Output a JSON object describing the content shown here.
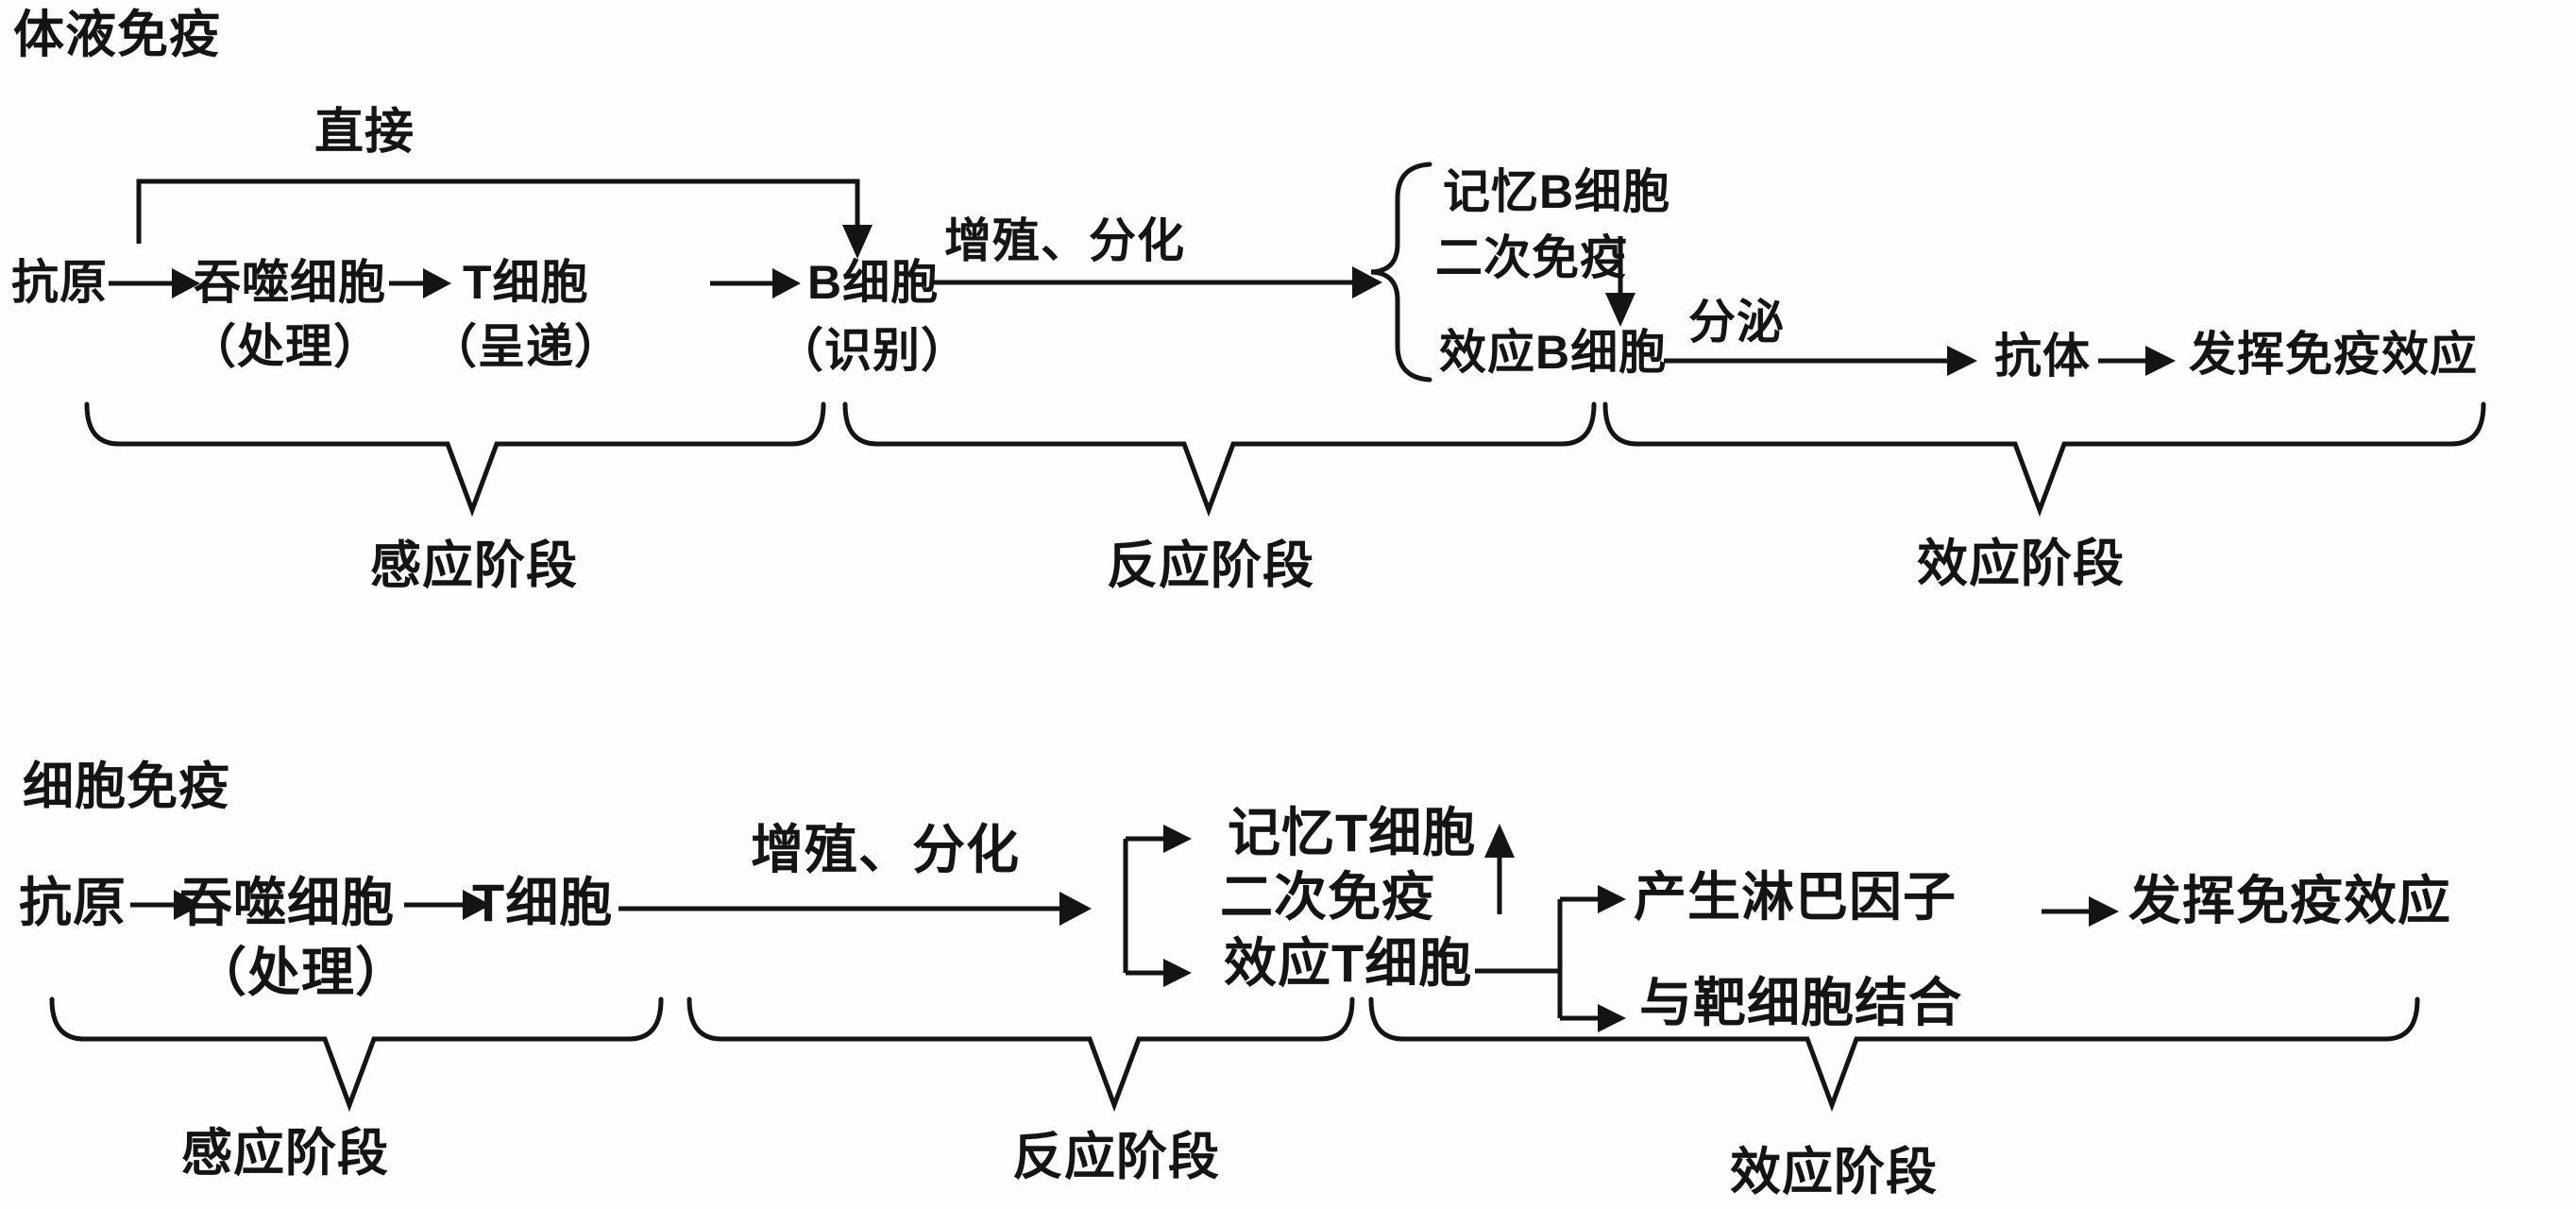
{
  "colors": {
    "ink": "#141414",
    "paper": "#fdfdfd"
  },
  "humoral": {
    "title": "体液免疫",
    "direct_label": "直接",
    "flow": {
      "antigen": "抗原",
      "phagocyte": "吞噬细胞",
      "phagocyte_note": "（处理）",
      "t_cell": "T细胞",
      "t_cell_note": "（呈递）",
      "b_cell": "B细胞",
      "b_cell_note": "（识别）",
      "proliferate_label": "增殖、分化",
      "memory_b": "记忆B细胞",
      "secondary": "二次免疫",
      "effector_b": "效应B细胞",
      "secrete_label": "分泌",
      "antibody": "抗体",
      "effect": "发挥免疫效应"
    },
    "stages": [
      "感应阶段",
      "反应阶段",
      "效应阶段"
    ]
  },
  "cellular": {
    "title": "细胞免疫",
    "flow": {
      "antigen": "抗原",
      "phagocyte": "吞噬细胞",
      "phagocyte_note": "（处理）",
      "t_cell": "T细胞",
      "proliferate_label": "增殖、分化",
      "memory_t": "记忆T细胞",
      "secondary": "二次免疫",
      "effector_t": "效应T细胞",
      "lymphokine": "产生淋巴因子",
      "bind_target": "与靶细胞结合",
      "effect": "发挥免疫效应"
    },
    "stages": [
      "感应阶段",
      "反应阶段",
      "效应阶段"
    ]
  }
}
